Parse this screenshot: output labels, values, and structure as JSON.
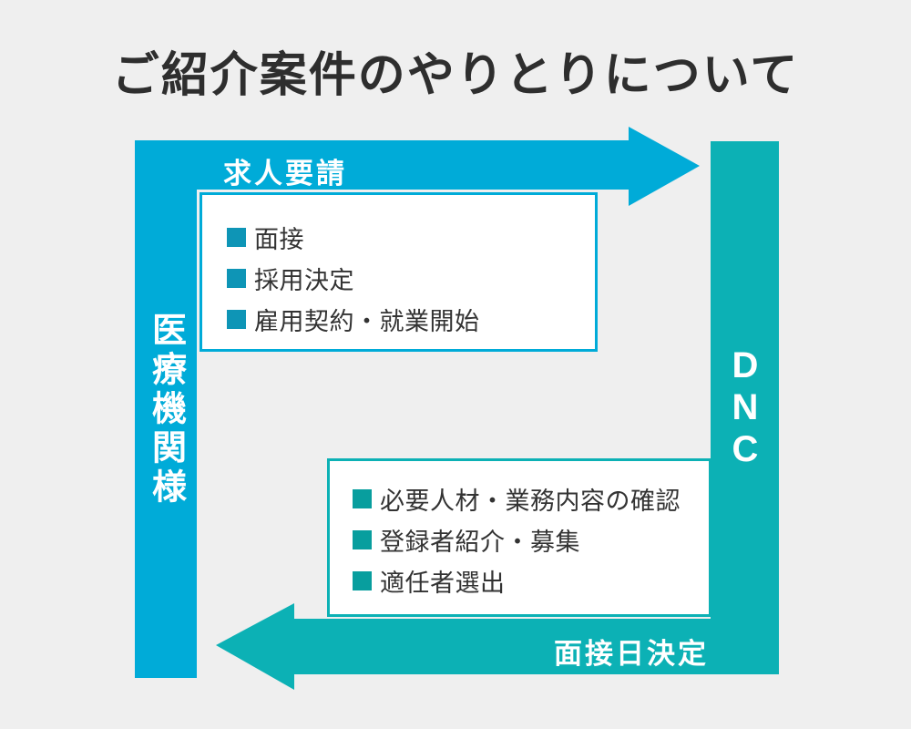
{
  "title": "ご紹介案件のやりとりについて",
  "colors": {
    "background": "#efefef",
    "cyan": "#00abd8",
    "teal": "#0cb1b5",
    "bullet_cyan": "#0e95b6",
    "bullet_teal": "#089e9e",
    "text_dark": "#333333",
    "title_color": "#2e2e2e"
  },
  "actors": {
    "left": "医療機関様",
    "right": "DNC"
  },
  "arrows": {
    "top_label": "求人要請",
    "bottom_label": "面接日決定"
  },
  "boxes": {
    "top": {
      "items": [
        "面接",
        "採用決定",
        "雇用契約・就業開始"
      ]
    },
    "bottom": {
      "items": [
        "必要人材・業務内容の確認",
        "登録者紹介・募集",
        "適任者選出"
      ]
    }
  }
}
